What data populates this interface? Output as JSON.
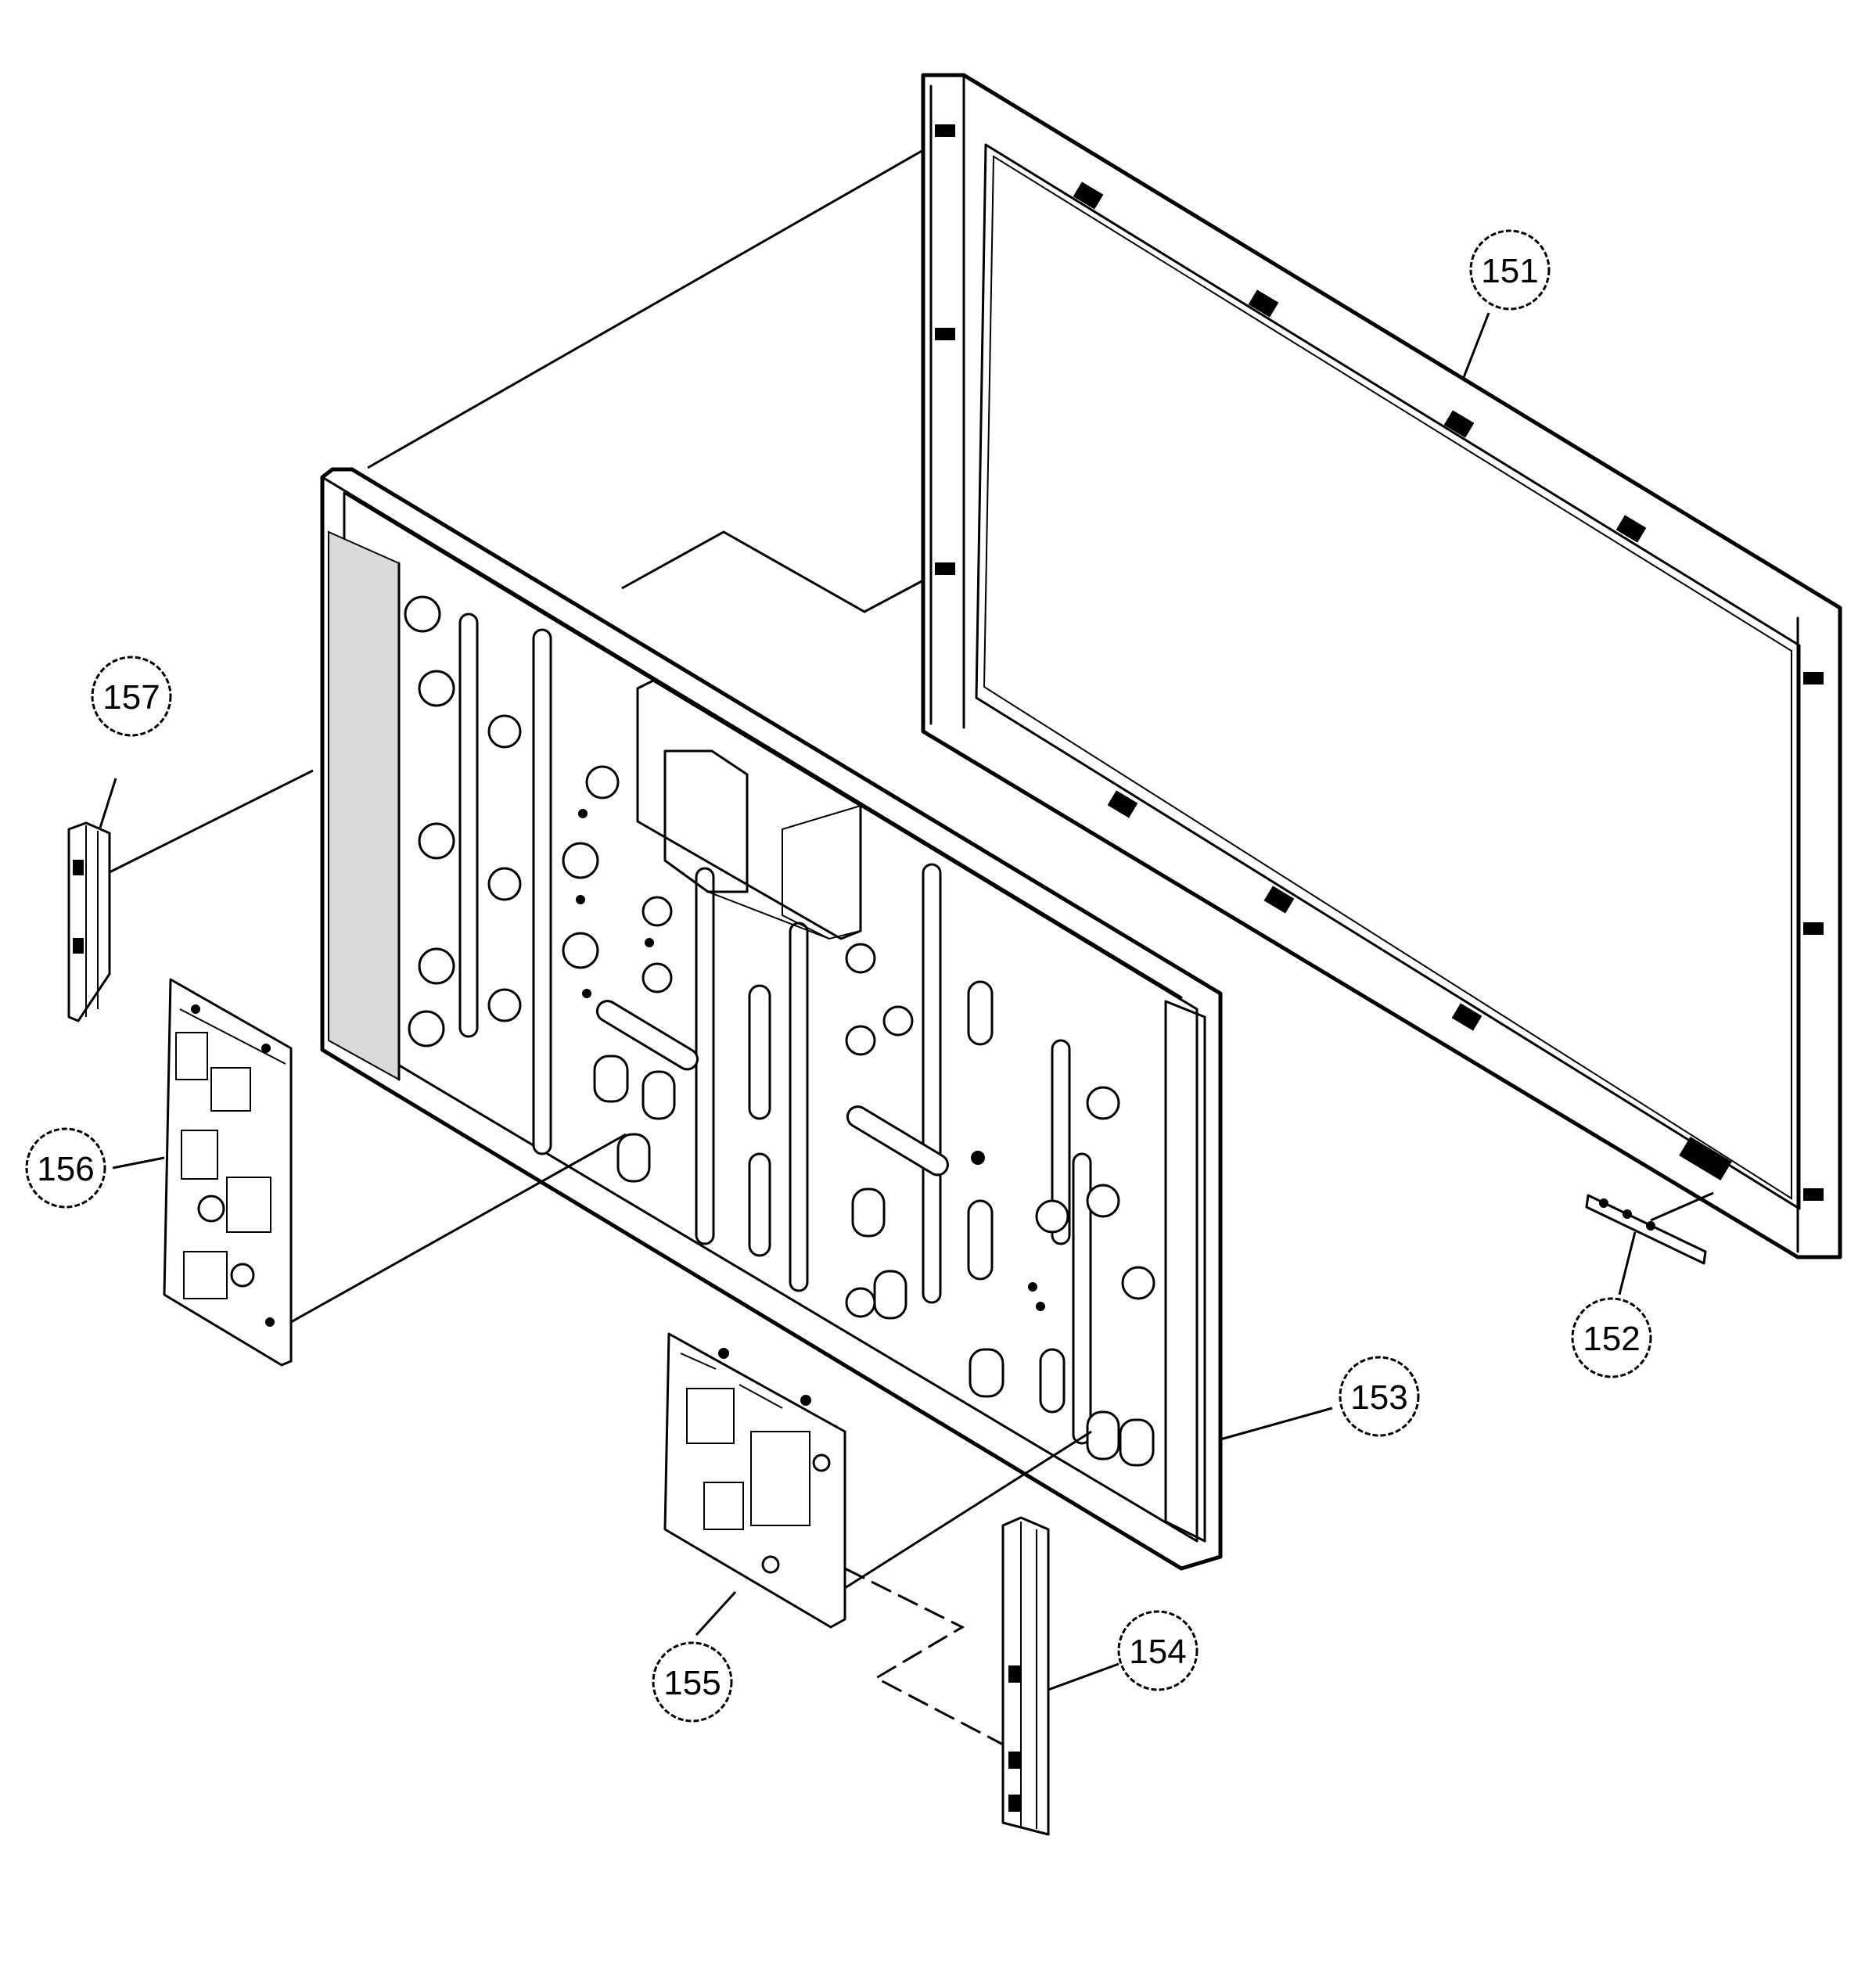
{
  "callouts": {
    "c151": "151",
    "c152": "152",
    "c153": "153",
    "c154": "154",
    "c155": "155",
    "c156": "156",
    "c157": "157"
  },
  "colors": {
    "ink": "#000000",
    "paper": "#ffffff"
  }
}
